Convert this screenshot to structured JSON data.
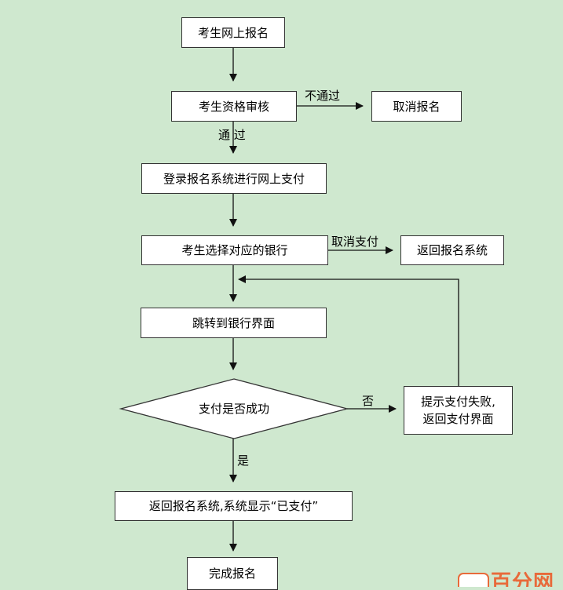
{
  "nodes": {
    "start": "考生网上报名",
    "review": "考生资格审核",
    "cancel_registration": "取消报名",
    "login_pay": "登录报名系统进行网上支付",
    "choose_bank": "考生选择对应的银行",
    "return_system": "返回报名系统",
    "jump_bank": "跳转到银行界面",
    "decision": "支付是否成功",
    "fail_line1": "提示支付失败,",
    "fail_line2": "返回支付界面",
    "paid": "返回报名系统,系统显示“已支付”",
    "finish": "完成报名"
  },
  "edges": {
    "not_pass": "不通过",
    "pass": "通 过",
    "cancel_pay": "取消支付",
    "no": "否",
    "yes": "是"
  },
  "watermark": "百分网",
  "colors": {
    "background": "#cfe8cf",
    "box_fill": "#ffffff",
    "stroke": "#333333",
    "watermark": "#e86a3a"
  }
}
